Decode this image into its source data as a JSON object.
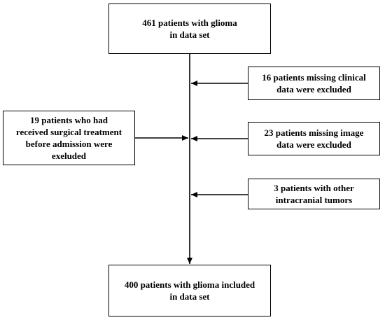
{
  "flowchart": {
    "start": {
      "lines": [
        "461 patients with glioma",
        "in data set"
      ]
    },
    "exclusions": {
      "clinical": {
        "lines": [
          "16 patients missing clinical",
          "data were excluded"
        ]
      },
      "surgical": {
        "lines": [
          "19 patients who had",
          "received surgical treatment",
          "before admission were",
          "exeluded"
        ]
      },
      "image": {
        "lines": [
          "23 patients missing image",
          "data were excluded"
        ]
      },
      "tumors": {
        "lines": [
          "3 patients with other",
          "intracranial tumors"
        ]
      }
    },
    "end": {
      "lines": [
        "400 patients with glioma included",
        "in data set"
      ]
    }
  }
}
